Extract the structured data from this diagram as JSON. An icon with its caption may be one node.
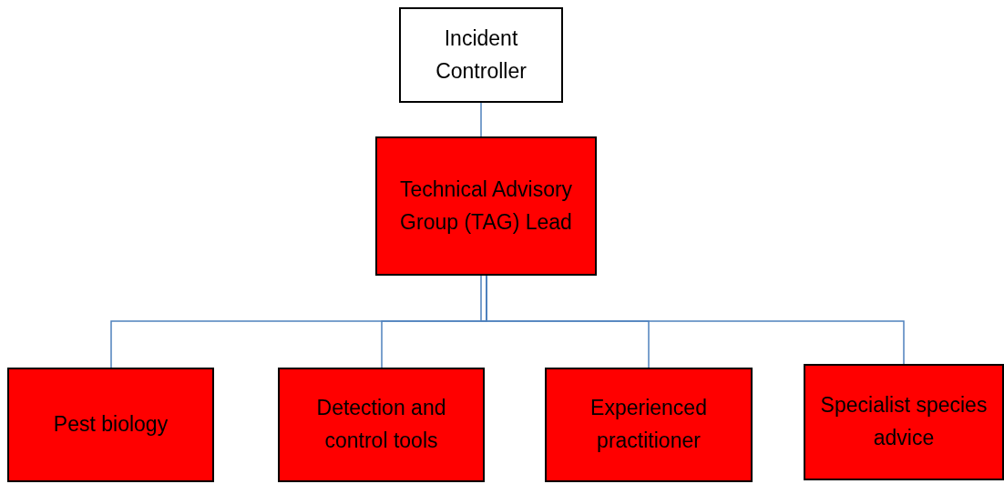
{
  "diagram": {
    "nodes": [
      {
        "text": [
          "Incident Controller"
        ]
      },
      {
        "text": [
          "Technical Advisory Group (TAG) Lead"
        ]
      },
      {
        "text": [
          "Pest biology"
        ]
      },
      {
        "text": [
          "Detection and control tools"
        ]
      },
      {
        "text": [
          "Experienced practitioner"
        ]
      },
      {
        "text": [
          "Specialist species advice"
        ]
      }
    ],
    "edges": [
      {
        "from": 0,
        "to": 1,
        "arrow": "none"
      },
      {
        "from": 1,
        "to": 2,
        "arrow": "none"
      },
      {
        "from": 1,
        "to": 3,
        "arrow": "none"
      },
      {
        "from": 1,
        "to": 4,
        "arrow": "none"
      },
      {
        "from": 1,
        "to": 5,
        "arrow": "none"
      }
    ]
  }
}
